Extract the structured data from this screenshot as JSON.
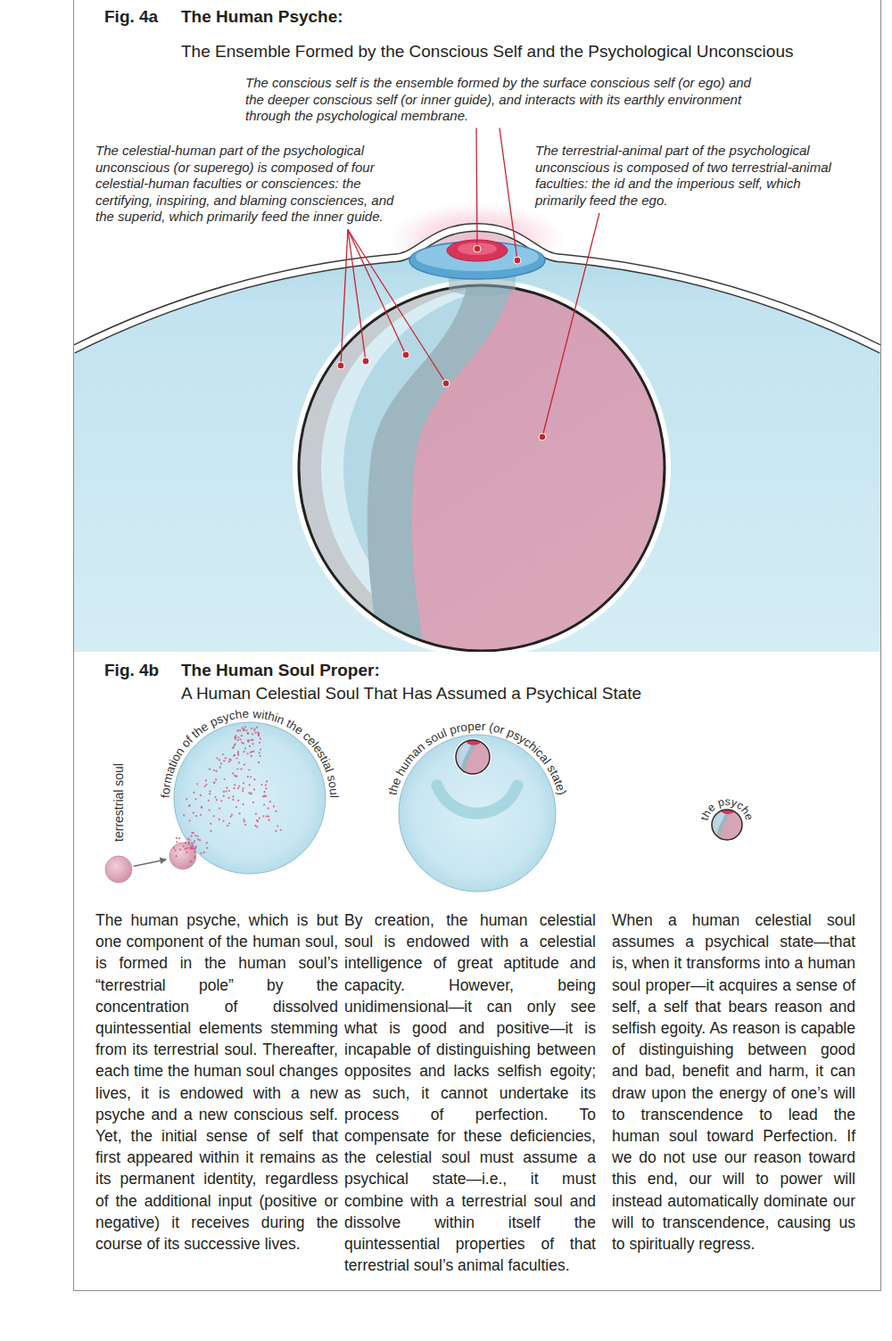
{
  "diagram": {
    "title": "The Human Psyche:",
    "nodes": [
      {
        "text": [
          "terrestrial soul"
        ]
      },
      {
        "text": [
          "formation of the psyche within the celestial soul"
        ]
      },
      {
        "text": [
          "the human soul proper (or psychical state)"
        ]
      },
      {
        "text": [
          "the psyche"
        ]
      }
    ],
    "edges": [
      {
        "from": 0,
        "to": 1,
        "arrow": "to"
      }
    ],
    "labels": [
      "Fig. 4a",
      "The Ensemble Formed by the Conscious Self and the Psychological Unconscious",
      "The conscious self is the ensemble formed by the surface conscious self (or ego) and the deeper conscious self (or inner guide), and interacts with its earthly environment through the psychological membrane.",
      "The celestial-human part of the psychological unconscious (or superego) is composed of four celestial-human faculties or consciences: the certifying, inspiring, and blaming consciences, and the superid, which primarily feed the inner guide.",
      "The terrestrial-animal part of the psychological unconscious is composed of two terrestrial-animal faculties: the id and the imperious self, which primarily feed the ego.",
      "Fig. 4b",
      "The Human Soul Proper:",
      "A Human Celestial Soul That Has Assumed a Psychical State",
      "The human psyche, which is but one component of the human soul, is formed in the human soul’s “terrestrial pole” by the concentration of dissolved quintessential elements stemming from its terrestrial soul. Thereafter, each time the human soul changes lives, it is endowed with a new psyche and a new conscious self. Yet, the initial sense of self that first appeared within it remains as its permanent identity, regardless of the additional input (positive or negative) it receives during the course of its successive lives.",
      "By creation, the human celestial soul is endowed with a celestial intelligence of great aptitude and capacity. However, being unidimensional—it can only see what is good and positive—it is incapable of distinguishing between opposites and lacks selfish egoity; as such, it cannot undertake its process of perfection. To compensate for these deficiencies, the celestial soul must assume a psychical state—i.e., it must combine with a terrestrial soul and dissolve within itself the quintessential properties of that terrestrial soul’s animal faculties.",
      "When a human celestial soul assumes a psychical state—that is, when it transforms into a human soul proper—it acquires a sense of self, a self that bears reason and selfish egoity. As reason is capable of distinguishing between good and bad, benefit and harm, it can draw upon the energy of one’s will to transcendence to lead the human soul toward Perfection. If we do not use our reason toward this end, our will to power will instead automatically dominate our will to transcendence, causing us to spiritually regress."
    ]
  }
}
